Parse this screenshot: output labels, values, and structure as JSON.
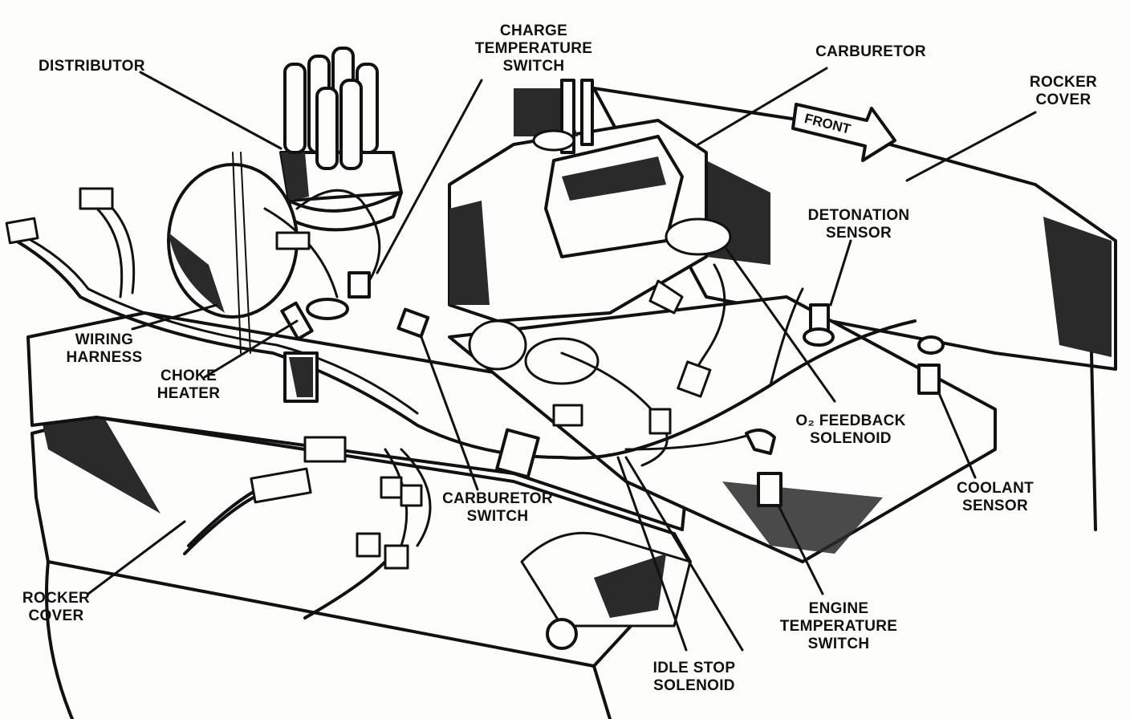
{
  "labels": {
    "distributor": "DISTRIBUTOR",
    "charge_temperature_switch": "CHARGE\nTEMPERATURE\nSWITCH",
    "carburetor": "CARBURETOR",
    "rocker_cover_top": "ROCKER\nCOVER",
    "front": "FRONT",
    "detonation_sensor": "DETONATION\nSENSOR",
    "wiring_harness": "WIRING\nHARNESS",
    "choke_heater": "CHOKE\nHEATER",
    "o2_feedback_solenoid": "O₂ FEEDBACK\nSOLENOID",
    "coolant_sensor": "COOLANT\nSENSOR",
    "carburetor_switch": "CARBURETOR\nSWITCH",
    "rocker_cover_bottom": "ROCKER\nCOVER",
    "engine_temperature_switch": "ENGINE\nTEMPERATURE\nSWITCH",
    "idle_stop_solenoid": "IDLE STOP\nSOLENOID"
  }
}
